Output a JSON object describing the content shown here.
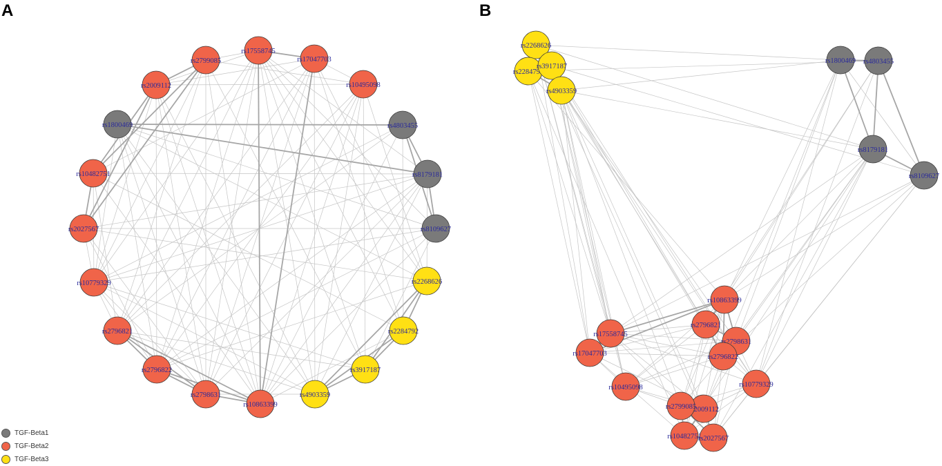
{
  "panels": {
    "a_label": "A",
    "b_label": "B"
  },
  "groups": [
    {
      "id": "g1",
      "name": "TGF-Beta1",
      "color": "#7a7a7a"
    },
    {
      "id": "g2",
      "name": "TGF-Beta2",
      "color": "#f06449"
    },
    {
      "id": "g3",
      "name": "TGF-Beta3",
      "color": "#ffe014"
    }
  ],
  "nodes": [
    {
      "id": "rs17558745",
      "group": "g2"
    },
    {
      "id": "rs17047703",
      "group": "g2"
    },
    {
      "id": "rs10495098",
      "group": "g2"
    },
    {
      "id": "rs4803455",
      "group": "g1"
    },
    {
      "id": "rs8179181",
      "group": "g1"
    },
    {
      "id": "rs8109627",
      "group": "g1"
    },
    {
      "id": "rs2268626",
      "group": "g3"
    },
    {
      "id": "rs2284792",
      "group": "g3"
    },
    {
      "id": "rs3917187",
      "group": "g3"
    },
    {
      "id": "rs4903359",
      "group": "g3"
    },
    {
      "id": "rs10863399",
      "group": "g2"
    },
    {
      "id": "rs2798631",
      "group": "g2"
    },
    {
      "id": "rs2796822",
      "group": "g2"
    },
    {
      "id": "rs2796821",
      "group": "g2"
    },
    {
      "id": "rs10779329",
      "group": "g2"
    },
    {
      "id": "rs2027567",
      "group": "g2"
    },
    {
      "id": "rs10482751",
      "group": "g2"
    },
    {
      "id": "rs1800469",
      "group": "g1"
    },
    {
      "id": "rs2009112",
      "group": "g2"
    },
    {
      "id": "rs2799085",
      "group": "g2"
    }
  ],
  "strong_edges": [
    [
      "rs17558745",
      "rs17047703"
    ],
    [
      "rs1800469",
      "rs4803455"
    ],
    [
      "rs2268626",
      "rs2284792"
    ],
    [
      "rs2284792",
      "rs3917187"
    ],
    [
      "rs3917187",
      "rs4903359"
    ],
    [
      "rs2268626",
      "rs3917187"
    ],
    [
      "rs2284792",
      "rs4903359"
    ],
    [
      "rs2268626",
      "rs4903359"
    ],
    [
      "rs2799085",
      "rs2009112"
    ],
    [
      "rs2009112",
      "rs10482751"
    ],
    [
      "rs10482751",
      "rs2027567"
    ],
    [
      "rs2799085",
      "rs10482751"
    ],
    [
      "rs2799085",
      "rs2027567"
    ],
    [
      "rs2009112",
      "rs2027567"
    ],
    [
      "rs2796821",
      "rs2796822"
    ],
    [
      "rs2796822",
      "rs2798631"
    ],
    [
      "rs2798631",
      "rs10863399"
    ],
    [
      "rs2796821",
      "rs2798631"
    ],
    [
      "rs2796821",
      "rs10863399"
    ],
    [
      "rs2796822",
      "rs10863399"
    ],
    [
      "rs17558745",
      "rs10863399"
    ],
    [
      "rs17047703",
      "rs10863399"
    ],
    [
      "rs8179181",
      "rs4803455"
    ],
    [
      "rs8179181",
      "rs8109627"
    ],
    [
      "rs1800469",
      "rs8179181"
    ],
    [
      "rs4803455",
      "rs8109627"
    ]
  ],
  "weak_edges": [
    [
      "rs17558745",
      "rs2268626"
    ],
    [
      "rs17558745",
      "rs2284792"
    ],
    [
      "rs17558745",
      "rs3917187"
    ],
    [
      "rs17558745",
      "rs4903359"
    ],
    [
      "rs17047703",
      "rs2268626"
    ],
    [
      "rs17047703",
      "rs2284792"
    ],
    [
      "rs17047703",
      "rs4903359"
    ],
    [
      "rs10495098",
      "rs2268626"
    ],
    [
      "rs10495098",
      "rs3917187"
    ],
    [
      "rs10495098",
      "rs4903359"
    ],
    [
      "rs2796821",
      "rs3917187"
    ],
    [
      "rs2796821",
      "rs4903359"
    ],
    [
      "rs2796822",
      "rs2268626"
    ],
    [
      "rs2798631",
      "rs4903359"
    ],
    [
      "rs10863399",
      "rs2284792"
    ],
    [
      "rs10779329",
      "rs3917187"
    ],
    [
      "rs10779329",
      "rs4903359"
    ],
    [
      "rs2027567",
      "rs2268626"
    ],
    [
      "rs10482751",
      "rs2284792"
    ],
    [
      "rs2009112",
      "rs4903359"
    ],
    [
      "rs2799085",
      "rs3917187"
    ],
    [
      "rs1800469",
      "rs2268626"
    ],
    [
      "rs1800469",
      "rs4903359"
    ],
    [
      "rs4803455",
      "rs2284792"
    ],
    [
      "rs8179181",
      "rs2268626"
    ],
    [
      "rs8179181",
      "rs4903359"
    ],
    [
      "rs8109627",
      "rs3917187"
    ],
    [
      "rs1800469",
      "rs10863399"
    ],
    [
      "rs1800469",
      "rs2798631"
    ],
    [
      "rs1800469",
      "rs2796822"
    ],
    [
      "rs1800469",
      "rs10779329"
    ],
    [
      "rs4803455",
      "rs10863399"
    ],
    [
      "rs4803455",
      "rs2796821"
    ],
    [
      "rs4803455",
      "rs10779329"
    ],
    [
      "rs8179181",
      "rs10863399"
    ],
    [
      "rs8179181",
      "rs2798631"
    ],
    [
      "rs8179181",
      "rs2796822"
    ],
    [
      "rs8179181",
      "rs10779329"
    ],
    [
      "rs8179181",
      "rs2027567"
    ],
    [
      "rs8179181",
      "rs17558745"
    ],
    [
      "rs8109627",
      "rs10863399"
    ],
    [
      "rs8109627",
      "rs2796822"
    ],
    [
      "rs8109627",
      "rs10779329"
    ],
    [
      "rs8109627",
      "rs17558745"
    ],
    [
      "rs2796821",
      "rs2799085"
    ],
    [
      "rs2796822",
      "rs2009112"
    ],
    [
      "rs2798631",
      "rs2027567"
    ],
    [
      "rs10863399",
      "rs10482751"
    ],
    [
      "rs10779329",
      "rs2799085"
    ],
    [
      "rs10779329",
      "rs2009112"
    ],
    [
      "rs10779329",
      "rs10482751"
    ],
    [
      "rs10779329",
      "rs2027567"
    ],
    [
      "rs10495098",
      "rs2799085"
    ],
    [
      "rs10495098",
      "rs2009112"
    ],
    [
      "rs10495098",
      "rs2796821"
    ],
    [
      "rs10495098",
      "rs2798631"
    ],
    [
      "rs17558745",
      "rs2796821"
    ],
    [
      "rs17558745",
      "rs2798631"
    ],
    [
      "rs17558745",
      "rs2796822"
    ],
    [
      "rs17558745",
      "rs2799085"
    ],
    [
      "rs17558745",
      "rs2009112"
    ],
    [
      "rs17558745",
      "rs10779329"
    ],
    [
      "rs17047703",
      "rs2796821"
    ],
    [
      "rs17047703",
      "rs2796822"
    ],
    [
      "rs17047703",
      "rs2798631"
    ],
    [
      "rs17047703",
      "rs10495098"
    ],
    [
      "rs17047703",
      "rs10482751"
    ],
    [
      "rs17047703",
      "rs2009112"
    ],
    [
      "rs2799085",
      "rs2798631"
    ],
    [
      "rs2799085",
      "rs10863399"
    ],
    [
      "rs2009112",
      "rs2798631"
    ],
    [
      "rs2009112",
      "rs10863399"
    ],
    [
      "rs10482751",
      "rs2796821"
    ],
    [
      "rs2027567",
      "rs2796822"
    ],
    [
      "rs10495098",
      "rs10863399"
    ],
    [
      "rs10495098",
      "rs2796822"
    ],
    [
      "rs2796822",
      "rs10779329"
    ],
    [
      "rs2798631",
      "rs10779329"
    ],
    [
      "rs2796821",
      "rs10779329"
    ],
    [
      "rs1800469",
      "rs8109627"
    ],
    [
      "rs2027567",
      "rs8109627"
    ],
    [
      "rs10482751",
      "rs8179181"
    ]
  ]
}
